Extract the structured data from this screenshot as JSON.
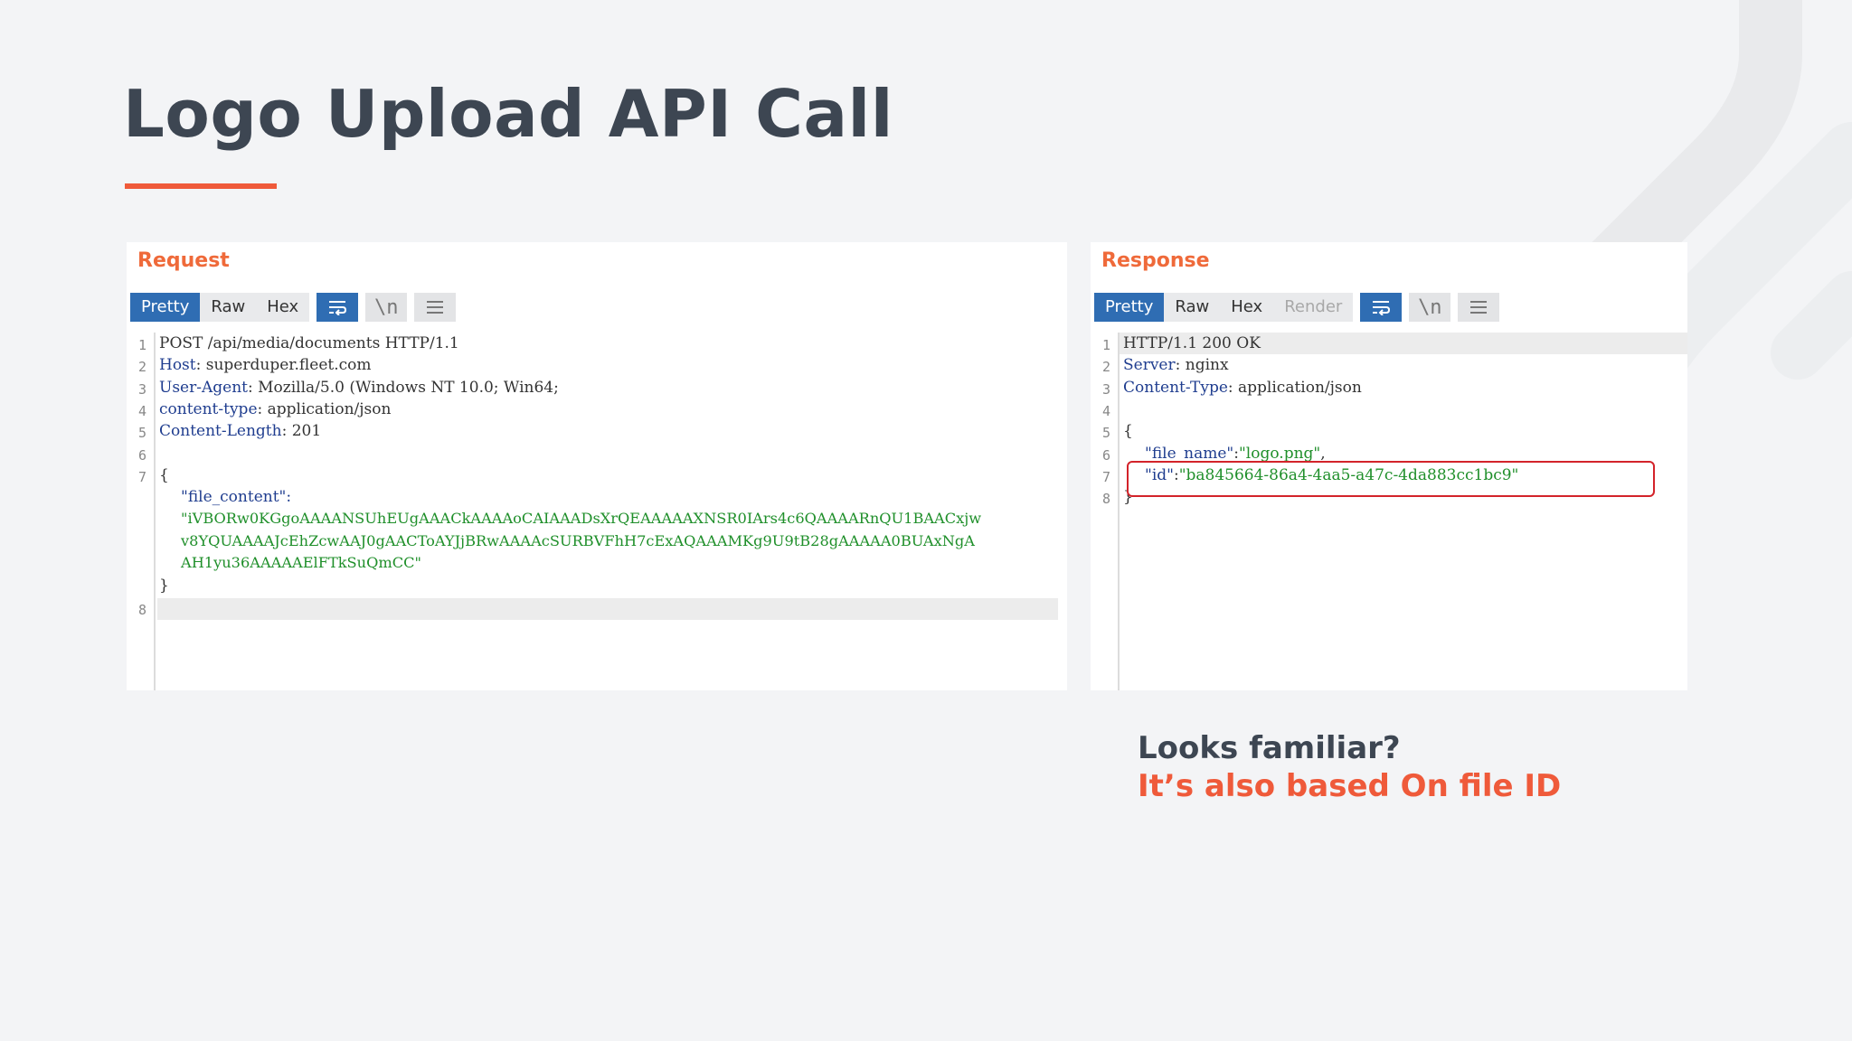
{
  "slide": {
    "title": "Logo Upload API Call",
    "note_line1": "Looks familiar?",
    "note_line2": "It’s also based On file ID",
    "colors": {
      "accent": "#ef5a3a",
      "title": "#3d4652",
      "tab_active": "#2f6db3"
    }
  },
  "request": {
    "panel_title": "Request",
    "tabs": [
      "Pretty",
      "Raw",
      "Hex"
    ],
    "active_tab": "Pretty",
    "icons": [
      "wrap-icon",
      "newline-icon",
      "menu-icon"
    ],
    "line_numbers": [
      "1",
      "2",
      "3",
      "4",
      "5",
      "6",
      "7",
      "8"
    ],
    "lines": {
      "l1": "POST /api/media/documents HTTP/1.1",
      "l2k": "Host",
      "l2v": ": superduper.fleet.com",
      "l3k": "User-Agent",
      "l3v": ": Mozilla/5.0 (Windows NT 10.0; Win64;",
      "l4k": "content-type",
      "l4v": ": application/json",
      "l5k": "Content-Length",
      "l5v": ": 201",
      "l7": "{",
      "l7b": "\"file_content\":",
      "l7c": "\"iVBORw0KGgoAAAANSUhEUgAAACkAAAAoCAIAAADsXrQEAAAAAXNSR0IArs4c6QAAAARnQU1BAACxjw",
      "l7d": "v8YQUAAAAJcEhZcwAAJ0gAACToAYJjBRwAAAAcSURBVFhH7cExAQAAAMKg9U9tB28gAAAAA0BUAxNgA",
      "l7e": "AH1yu36AAAAAElFTkSuQmCC\"",
      "l7f": "}"
    }
  },
  "response": {
    "panel_title": "Response",
    "tabs": [
      "Pretty",
      "Raw",
      "Hex",
      "Render"
    ],
    "active_tab": "Pretty",
    "icons": [
      "wrap-icon",
      "newline-icon",
      "menu-icon"
    ],
    "line_numbers": [
      "1",
      "2",
      "3",
      "4",
      "5",
      "6",
      "7",
      "8"
    ],
    "lines": {
      "l1": "HTTP/1.1 200 OK",
      "l2k": "Server",
      "l2v": ": nginx",
      "l3k": "Content-Type",
      "l3v": ": application/json",
      "l5": "{",
      "l6k": "\"file_name\"",
      "l6c": ":",
      "l6v": "\"logo.png\"",
      "l6e": ",",
      "l7k": "\"id\"",
      "l7c": ":",
      "l7v": "\"ba845664-86a4-4aa5-a47c-4da883cc1bc9\"",
      "l8": "}"
    }
  }
}
